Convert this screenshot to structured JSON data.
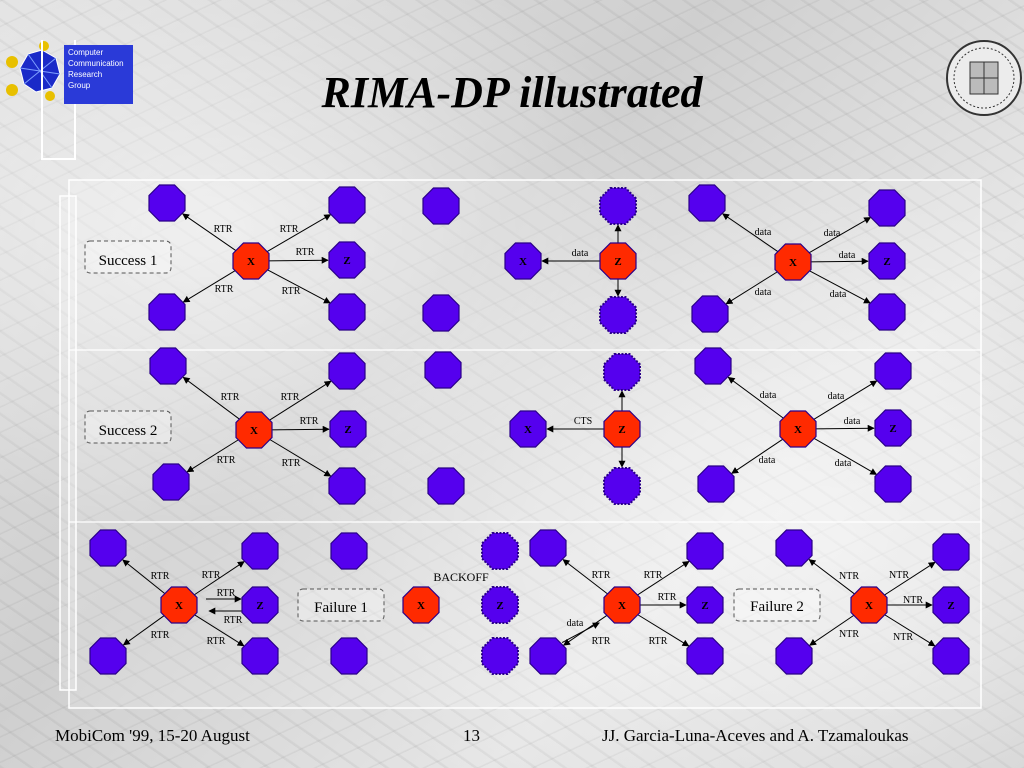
{
  "logo": {
    "lines": [
      "Computer",
      "Communication",
      "Research",
      "Group"
    ]
  },
  "title": "RIMA-DP illustrated",
  "labels": {
    "success1": "Success 1",
    "success2": "Success 2",
    "failure1": "Failure 1",
    "failure2": "Failure 2",
    "backoff": "BACKOFF",
    "x": "X",
    "z": "Z",
    "rtr": "RTR",
    "data": "data",
    "cts": "CTS",
    "ntr": "NTR"
  },
  "footer": {
    "left": "MobiCom '99, 15-20 August",
    "page": "13",
    "right": "JJ. Garcia-Luna-Aceves and A. Tzamaloukas"
  },
  "colors": {
    "node": "#5500ee",
    "node_dark": "#2a0088",
    "x_node": "#ff2a00",
    "panel_border": "#ffffff"
  }
}
